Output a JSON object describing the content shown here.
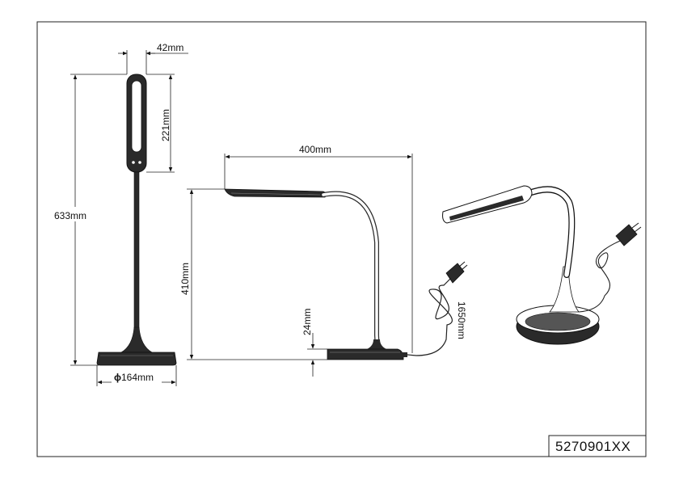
{
  "product_code": "5270901XX",
  "front_view": {
    "head_width": "42mm",
    "head_height": "221mm",
    "total_height": "633mm",
    "base_diameter": "164mm",
    "diameter_symbol": "ϕ"
  },
  "side_view": {
    "arm_length": "400mm",
    "height": "410mm",
    "base_height": "24mm",
    "cable_length": "1650mm"
  },
  "colors": {
    "line": "#222222",
    "fill": "#2a2a2a",
    "background": "#ffffff"
  }
}
